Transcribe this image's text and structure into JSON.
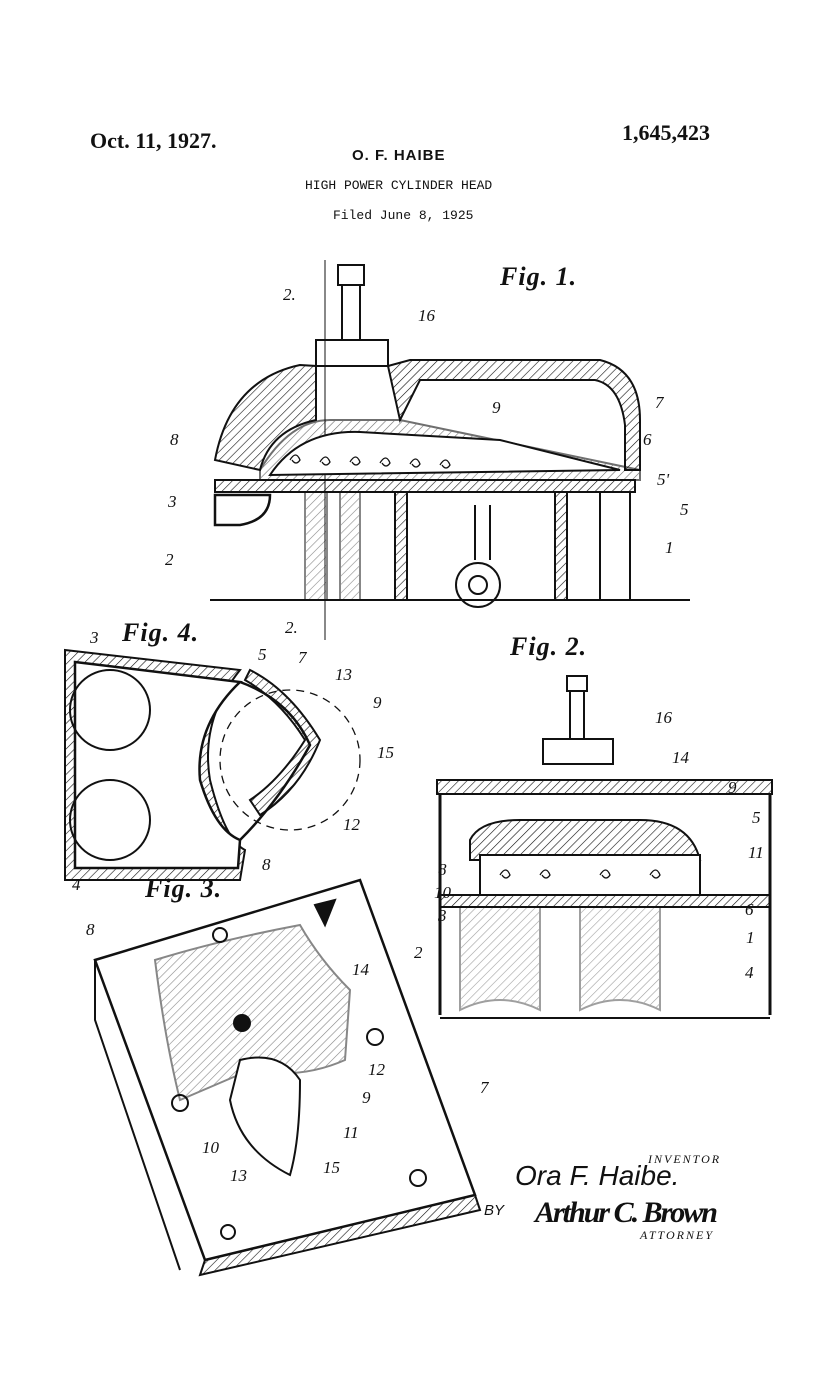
{
  "header": {
    "date": "Oct. 11, 1927.",
    "patent_number": "1,645,423",
    "inventor_name": "O. F. HAIBE",
    "title": "HIGH POWER CYLINDER HEAD",
    "filed": "Filed June 8, 1925"
  },
  "figures": {
    "fig1": {
      "title": "Fig. 1.",
      "labels": [
        "2.",
        "16",
        "9",
        "7",
        "8",
        "6",
        "5'",
        "3",
        "5",
        "2",
        "1",
        "2."
      ]
    },
    "fig4": {
      "title": "Fig. 4.",
      "labels": [
        "3",
        "5",
        "7",
        "13",
        "9",
        "15",
        "12",
        "8",
        "4"
      ]
    },
    "fig2": {
      "title": "Fig. 2.",
      "labels": [
        "16",
        "14",
        "9",
        "5",
        "11",
        "8",
        "10",
        "6",
        "3",
        "1",
        "2",
        "4"
      ]
    },
    "fig3": {
      "title": "Fig. 3.",
      "labels": [
        "8",
        "14",
        "12",
        "9",
        "7",
        "11",
        "10",
        "13",
        "15"
      ]
    }
  },
  "signature": {
    "inventor_label": "INVENTOR",
    "inventor_signature": "Ora F. Haibe.",
    "by": "BY",
    "attorney_signature": "Arthur C. Brown",
    "attorney_label": "ATTORNEY"
  }
}
